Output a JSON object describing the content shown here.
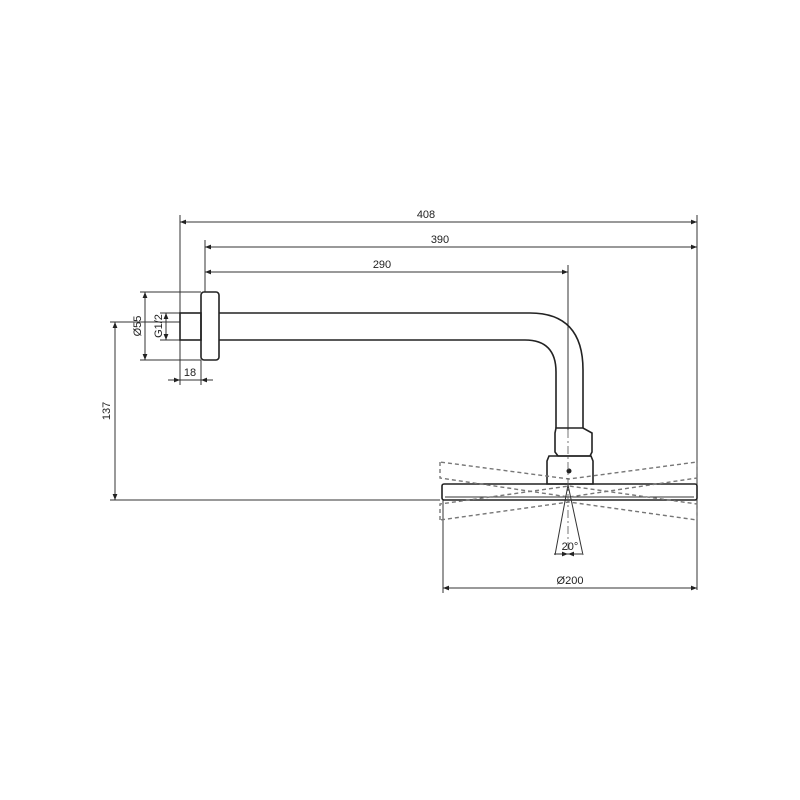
{
  "drawing": {
    "dimensions": {
      "overall_length": "408",
      "arm_length": "390",
      "arm_to_head_center": "290",
      "flange_diameter": "Ø55",
      "thread": "G1/2",
      "nipple_length": "18",
      "height_drop": "137",
      "tilt_angle": "20°",
      "head_diameter": "Ø200"
    }
  }
}
